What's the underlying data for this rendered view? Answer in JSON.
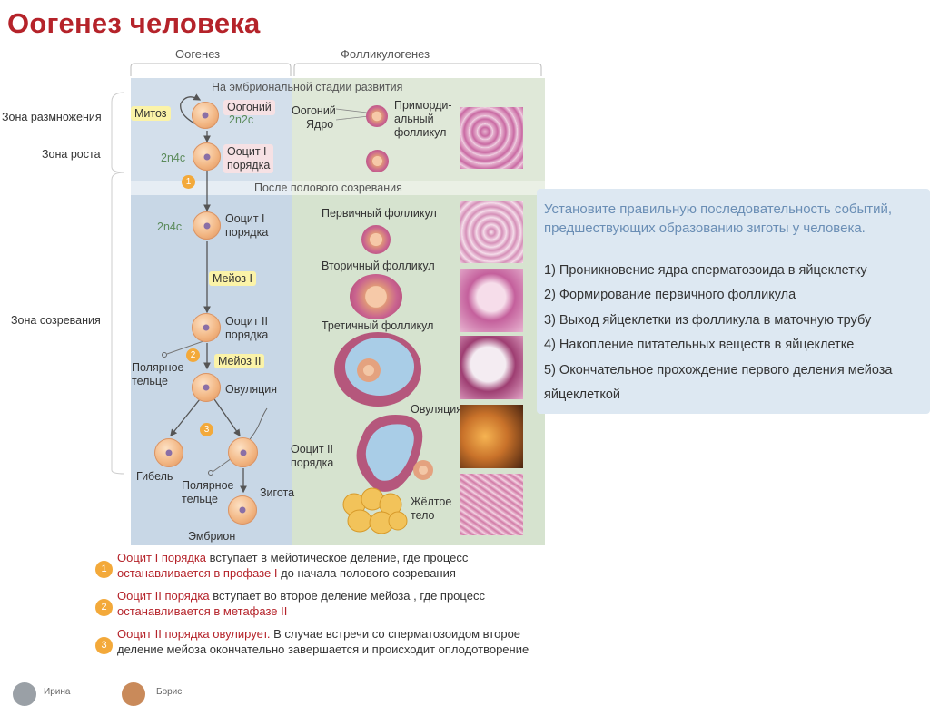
{
  "title": "Оогенез человека",
  "headers": {
    "oogenesis": "Оогенез",
    "folliculogenesis": "Фолликулогенез",
    "embryonic_stage": "На эмбриональной стадии развития",
    "after_maturation": "После полового созревания"
  },
  "zones": {
    "reproduction": "Зона размножения",
    "growth": "Зона роста",
    "maturation": "Зона созревания"
  },
  "oogenesis_labels": {
    "mitosis": "Митоз",
    "oogonium": "Оогоний",
    "oogonium_ploidy": "2n2c",
    "ploidy_2n4c_a": "2n4c",
    "oocyte1_a_line1": "Ооцит I",
    "oocyte1_a_line2": "порядка",
    "ploidy_2n4c_b": "2n4c",
    "oocyte1_b_line1": "Ооцит I",
    "oocyte1_b_line2": "порядка",
    "meiosis1": "Мейоз I",
    "oocyte2_line1": "Ооцит II",
    "oocyte2_line2": "порядка",
    "meiosis2": "Мейоз II",
    "polar_body_a_line1": "Полярное",
    "polar_body_a_line2": "тельце",
    "ovulation": "Овуляция",
    "death": "Гибель",
    "polar_body_b_line1": "Полярное",
    "polar_body_b_line2": "тельце",
    "zygote": "Зигота",
    "embryo": "Эмбрион",
    "badge1": "1",
    "badge2": "2",
    "badge3": "3"
  },
  "follicle_labels": {
    "oogonium_line1": "Оогоний",
    "oogonium_line2": "Ядро",
    "primordial_line1": "Приморди-",
    "primordial_line2": "альный",
    "primordial_line3": "фолликул",
    "primary": "Первичный фолликул",
    "secondary": "Вторичный фолликул",
    "tertiary": "Третичный фолликул",
    "ovulation": "Овуляция",
    "oocyte2_line1": "Ооцит II",
    "oocyte2_line2": "порядка",
    "corpus_line1": "Жёлтое",
    "corpus_line2": "тело"
  },
  "notes": [
    {
      "num": "1",
      "red1": "Ооцит I порядка",
      "text1": " вступает в мейотическое деление, где процесс",
      "red2": "останавливается в профазе I",
      "text2": "  до начала полового созревания"
    },
    {
      "num": "2",
      "red1": "Ооцит II порядка",
      "text1": " вступает во второе деление мейоза , где процесс",
      "red2": "останавливается в метафазе II",
      "text2": ""
    },
    {
      "num": "3",
      "red1": "Ооцит II порядка овулирует.",
      "text1": " В случае встречи со сперматозоидом второе",
      "red2": "",
      "text2": "деление мейоза окончательно завершается и происходит оплодотворение"
    }
  ],
  "question": {
    "heading_line1": "Установите правильную последовательность событий,",
    "heading_line2": "предшествующих образованию зиготы у человека.",
    "items": [
      "1) Проникновение ядра сперматозоида в яйцеклетку",
      "2) Формирование первичного фолликула",
      "3) Выход яйцеклетки из фолликула в маточную трубу",
      "4) Накопление питательных веществ в яйцеклетке",
      "5) Окончательное прохождение первого деления мейоза"
    ],
    "item5_line2": "яйцеклеткой"
  },
  "footer": {
    "person1": "Ирина",
    "person2": "Борис"
  },
  "colors": {
    "title_red": "#b5232a",
    "left_panel": "#c8d7e6",
    "right_panel": "#d6e3cf",
    "question_bg": "#dde8f2",
    "badge": "#f3a93a"
  }
}
